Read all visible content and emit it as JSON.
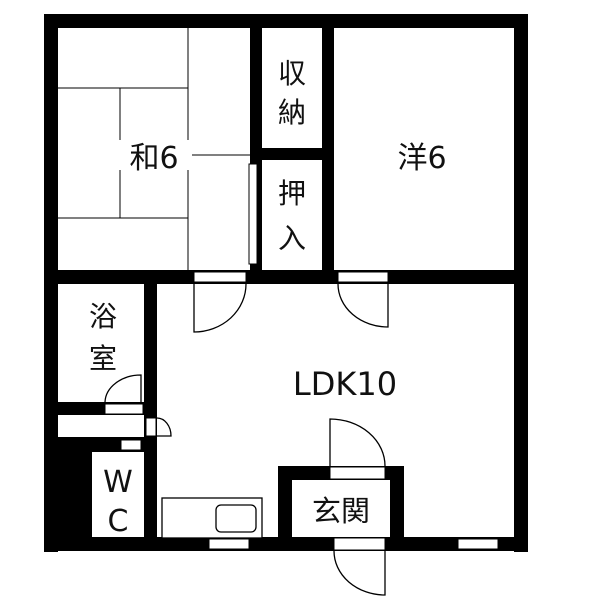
{
  "floorplan": {
    "rooms": {
      "washitsu": "和6",
      "youshitsu": "洋6",
      "storage": "収納",
      "closet": "押入",
      "bath": "浴室",
      "ldk": "LDK10",
      "wc": "WC",
      "entrance": "玄関"
    },
    "colors": {
      "wall": "#000000",
      "background": "#ffffff"
    }
  }
}
